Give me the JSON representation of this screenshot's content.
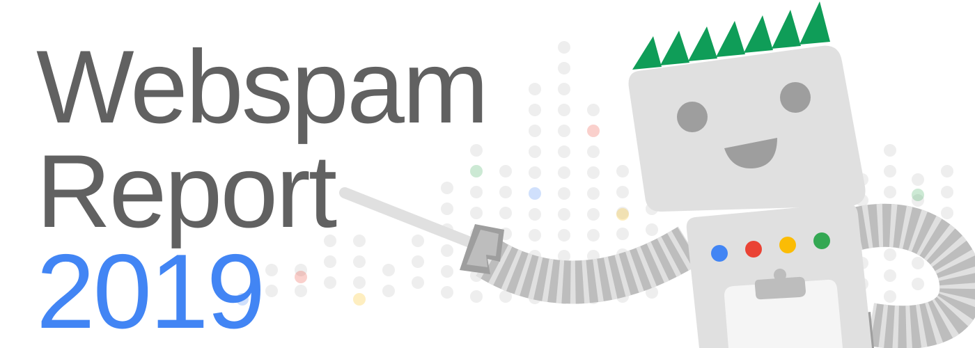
{
  "banner": {
    "title_line_1": "Webspam",
    "title_line_2": "Report",
    "year": "2019"
  },
  "colors": {
    "text_gray": "#616161",
    "year_blue": "#4285f4",
    "google_blue": "#4285f4",
    "google_red": "#ea4335",
    "google_yellow": "#fbbc05",
    "google_green": "#34a853",
    "spikes_green": "#0f9d58",
    "robot_gray": "#e0e0e0",
    "dot_gray": "#eeeeee"
  },
  "illustration": {
    "subject": "googlebot-robot-with-pointer-and-clipboard",
    "icons": [
      "robot-icon",
      "pointer-stick-icon",
      "clipboard-icon"
    ]
  }
}
